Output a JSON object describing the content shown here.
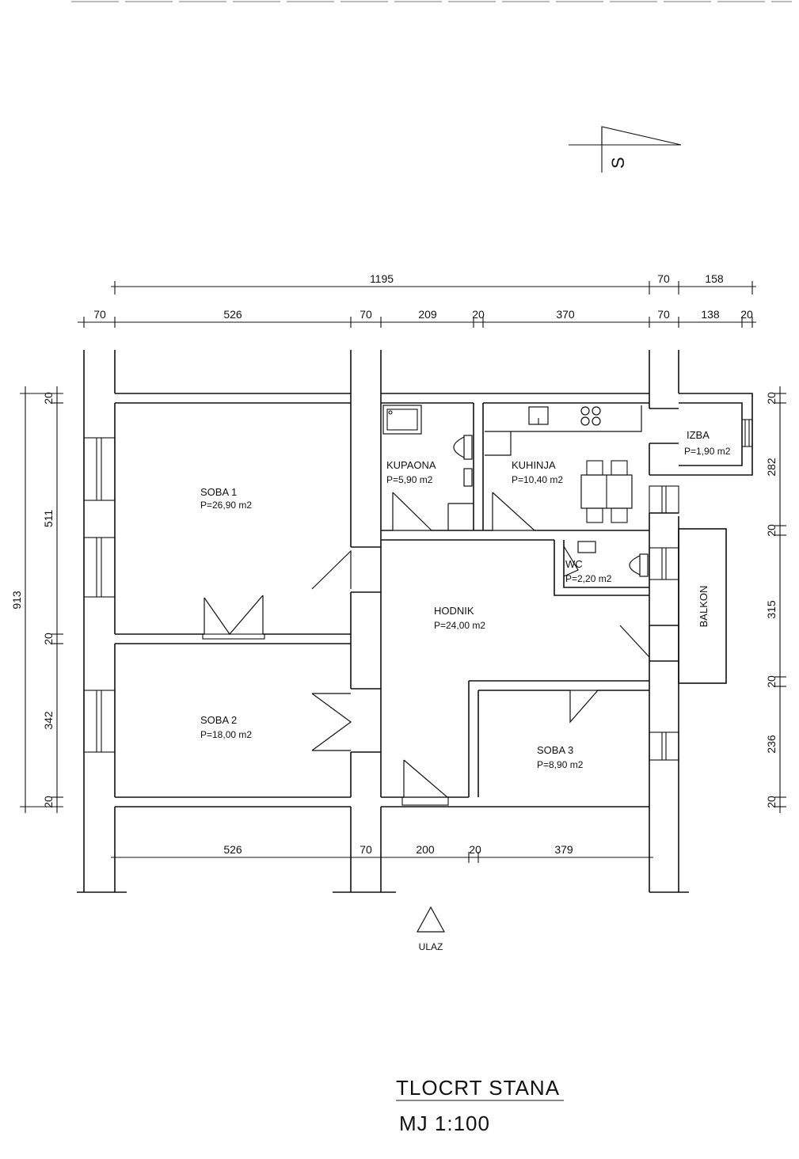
{
  "plan": {
    "title": "TLOCRT STANA",
    "scale": "MJ 1:100",
    "north_label": "S",
    "entrance_label": "ULAZ"
  },
  "rooms": [
    {
      "id": "soba1",
      "name": "SOBA 1",
      "area": "P=26,90 m2"
    },
    {
      "id": "soba2",
      "name": "SOBA 2",
      "area": "P=18,00 m2"
    },
    {
      "id": "kupaona",
      "name": "KUPAONA",
      "area": "P=5,90 m2"
    },
    {
      "id": "kuhinja",
      "name": "KUHINJA",
      "area": "P=10,40 m2"
    },
    {
      "id": "izba",
      "name": "IZBA",
      "area": "P=1,90 m2"
    },
    {
      "id": "wc",
      "name": "WC",
      "area": "P=2,20 m2"
    },
    {
      "id": "hodnik",
      "name": "HODNIK",
      "area": "P=24,00 m2"
    },
    {
      "id": "soba3",
      "name": "SOBA 3",
      "area": "P=8,90 m2"
    },
    {
      "id": "balkon",
      "name": "BALKON",
      "area": ""
    }
  ],
  "dimensions": {
    "top_total": [
      "1195",
      "70",
      "158"
    ],
    "top_detail": [
      "70",
      "526",
      "70",
      "209",
      "20",
      "370",
      "70",
      "138",
      "20"
    ],
    "bottom": [
      "526",
      "70",
      "200",
      "20",
      "379"
    ],
    "left_total": "913",
    "left_detail": [
      "20",
      "511",
      "20",
      "342",
      "20"
    ],
    "right": [
      "20",
      "282",
      "20",
      "315",
      "20",
      "236",
      "20"
    ]
  }
}
